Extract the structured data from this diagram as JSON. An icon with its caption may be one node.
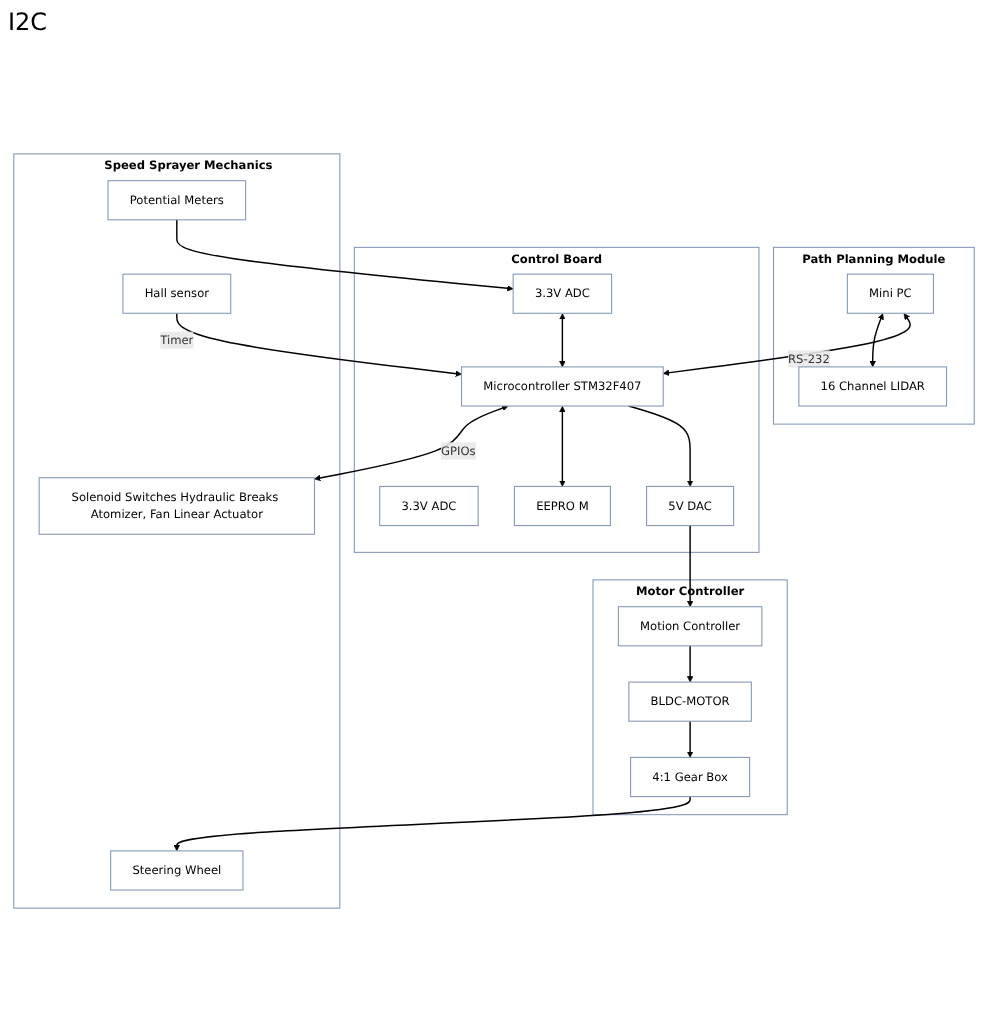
{
  "diagram": {
    "nodes": [
      {
        "text": [
          "Path Planning Module"
        ]
      },
      {
        "text": [
          "Mini PC"
        ],
        "in": 0
      },
      {
        "text": [
          "16 Channel LIDAR"
        ],
        "in": 0
      },
      {
        "text": [
          "Control Board"
        ]
      },
      {
        "text": [
          "Microcontroller STM32F407"
        ],
        "in": 3
      },
      {
        "text": [
          "3.3V ADC"
        ],
        "in": 3
      },
      {
        "text": [
          "3.3V ADC"
        ],
        "in": 3
      },
      {
        "text": [
          "EEPRO M"
        ],
        "in": 3
      },
      {
        "text": [
          "5V DAC"
        ],
        "in": 3
      },
      {
        "text": [
          "Speed Sprayer Mechanics"
        ]
      },
      {
        "text": [
          "Solenoid Switches Hydraulic Breaks Atomizer, Fan Linear Actuator"
        ],
        "in": 9
      },
      {
        "text": [
          "Potential Meters"
        ],
        "in": 9
      },
      {
        "text": [
          "Hall sensor"
        ],
        "in": 9
      },
      {
        "text": [
          "Steering Wheel"
        ],
        "in": 9
      },
      {
        "text": [
          "Motor Controller"
        ]
      },
      {
        "text": [
          "Motion Controller"
        ],
        "in": 14
      },
      {
        "text": [
          "BLDC-MOTOR"
        ],
        "in": 14
      },
      {
        "text": [
          "4:1 Gear Box"
        ],
        "in": 14
      }
    ],
    "edges": [
      {
        "from": 1,
        "to": 2,
        "arrow": "both"
      },
      {
        "from": 1,
        "to": 4,
        "arrow": "both",
        "label": "RS-232"
      },
      {
        "from": 4,
        "to": 10,
        "arrow": "both",
        "label": "GPIOs"
      },
      {
        "from": 6,
        "to": 4,
        "arrow": "both"
      },
      {
        "from": 11,
        "to": 6,
        "arrow": "to"
      },
      {
        "from": 12,
        "to": 4,
        "arrow": "to",
        "label": "Timer"
      },
      {
        "from": 4,
        "to": 7,
        "arrow": "both"
      },
      {
        "from": 4,
        "to": 8,
        "arrow": "to"
      },
      {
        "from": 8,
        "to": 15,
        "arrow": "to"
      },
      {
        "from": 15,
        "to": 16,
        "arrow": "to"
      },
      {
        "from": 16,
        "to": 17,
        "arrow": "to"
      },
      {
        "from": 17,
        "to": 13,
        "arrow": "to"
      }
    ],
    "labels": [
      "I2C"
    ]
  }
}
